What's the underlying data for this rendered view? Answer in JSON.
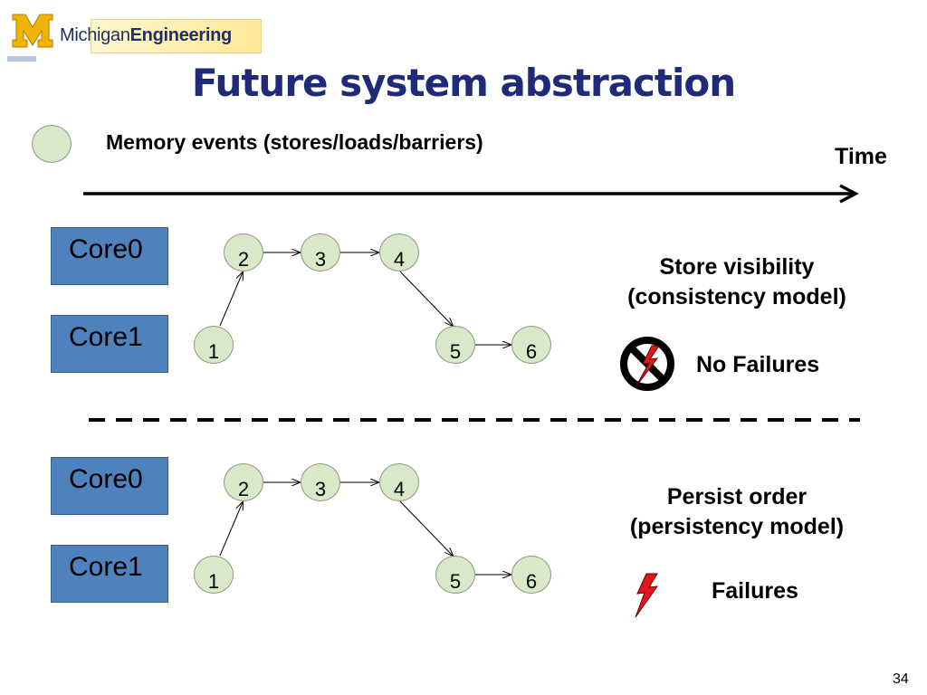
{
  "header": {
    "logo_label": "Michigan",
    "logo_label_bold": "Engineering",
    "title": "Future system abstraction"
  },
  "legend": {
    "text": "Memory events (stores/loads/barriers)"
  },
  "timeline": {
    "label": "Time"
  },
  "top_diagram": {
    "core0": "Core0",
    "core1": "Core1",
    "nodes": [
      "1",
      "2",
      "3",
      "4",
      "5",
      "6"
    ],
    "caption_line1": "Store visibility",
    "caption_line2": "(consistency model)",
    "status": "No Failures"
  },
  "bottom_diagram": {
    "core0": "Core0",
    "core1": "Core1",
    "nodes": [
      "1",
      "2",
      "3",
      "4",
      "5",
      "6"
    ],
    "caption_line1": "Persist order",
    "caption_line2": "(persistency model)",
    "status": "Failures"
  },
  "slide": {
    "page_number": "34"
  },
  "colors": {
    "title": "#1f2a7a",
    "core_fill": "#4f81bd",
    "node_fill": "#d8e8c8",
    "lightning": "#e8141c"
  }
}
